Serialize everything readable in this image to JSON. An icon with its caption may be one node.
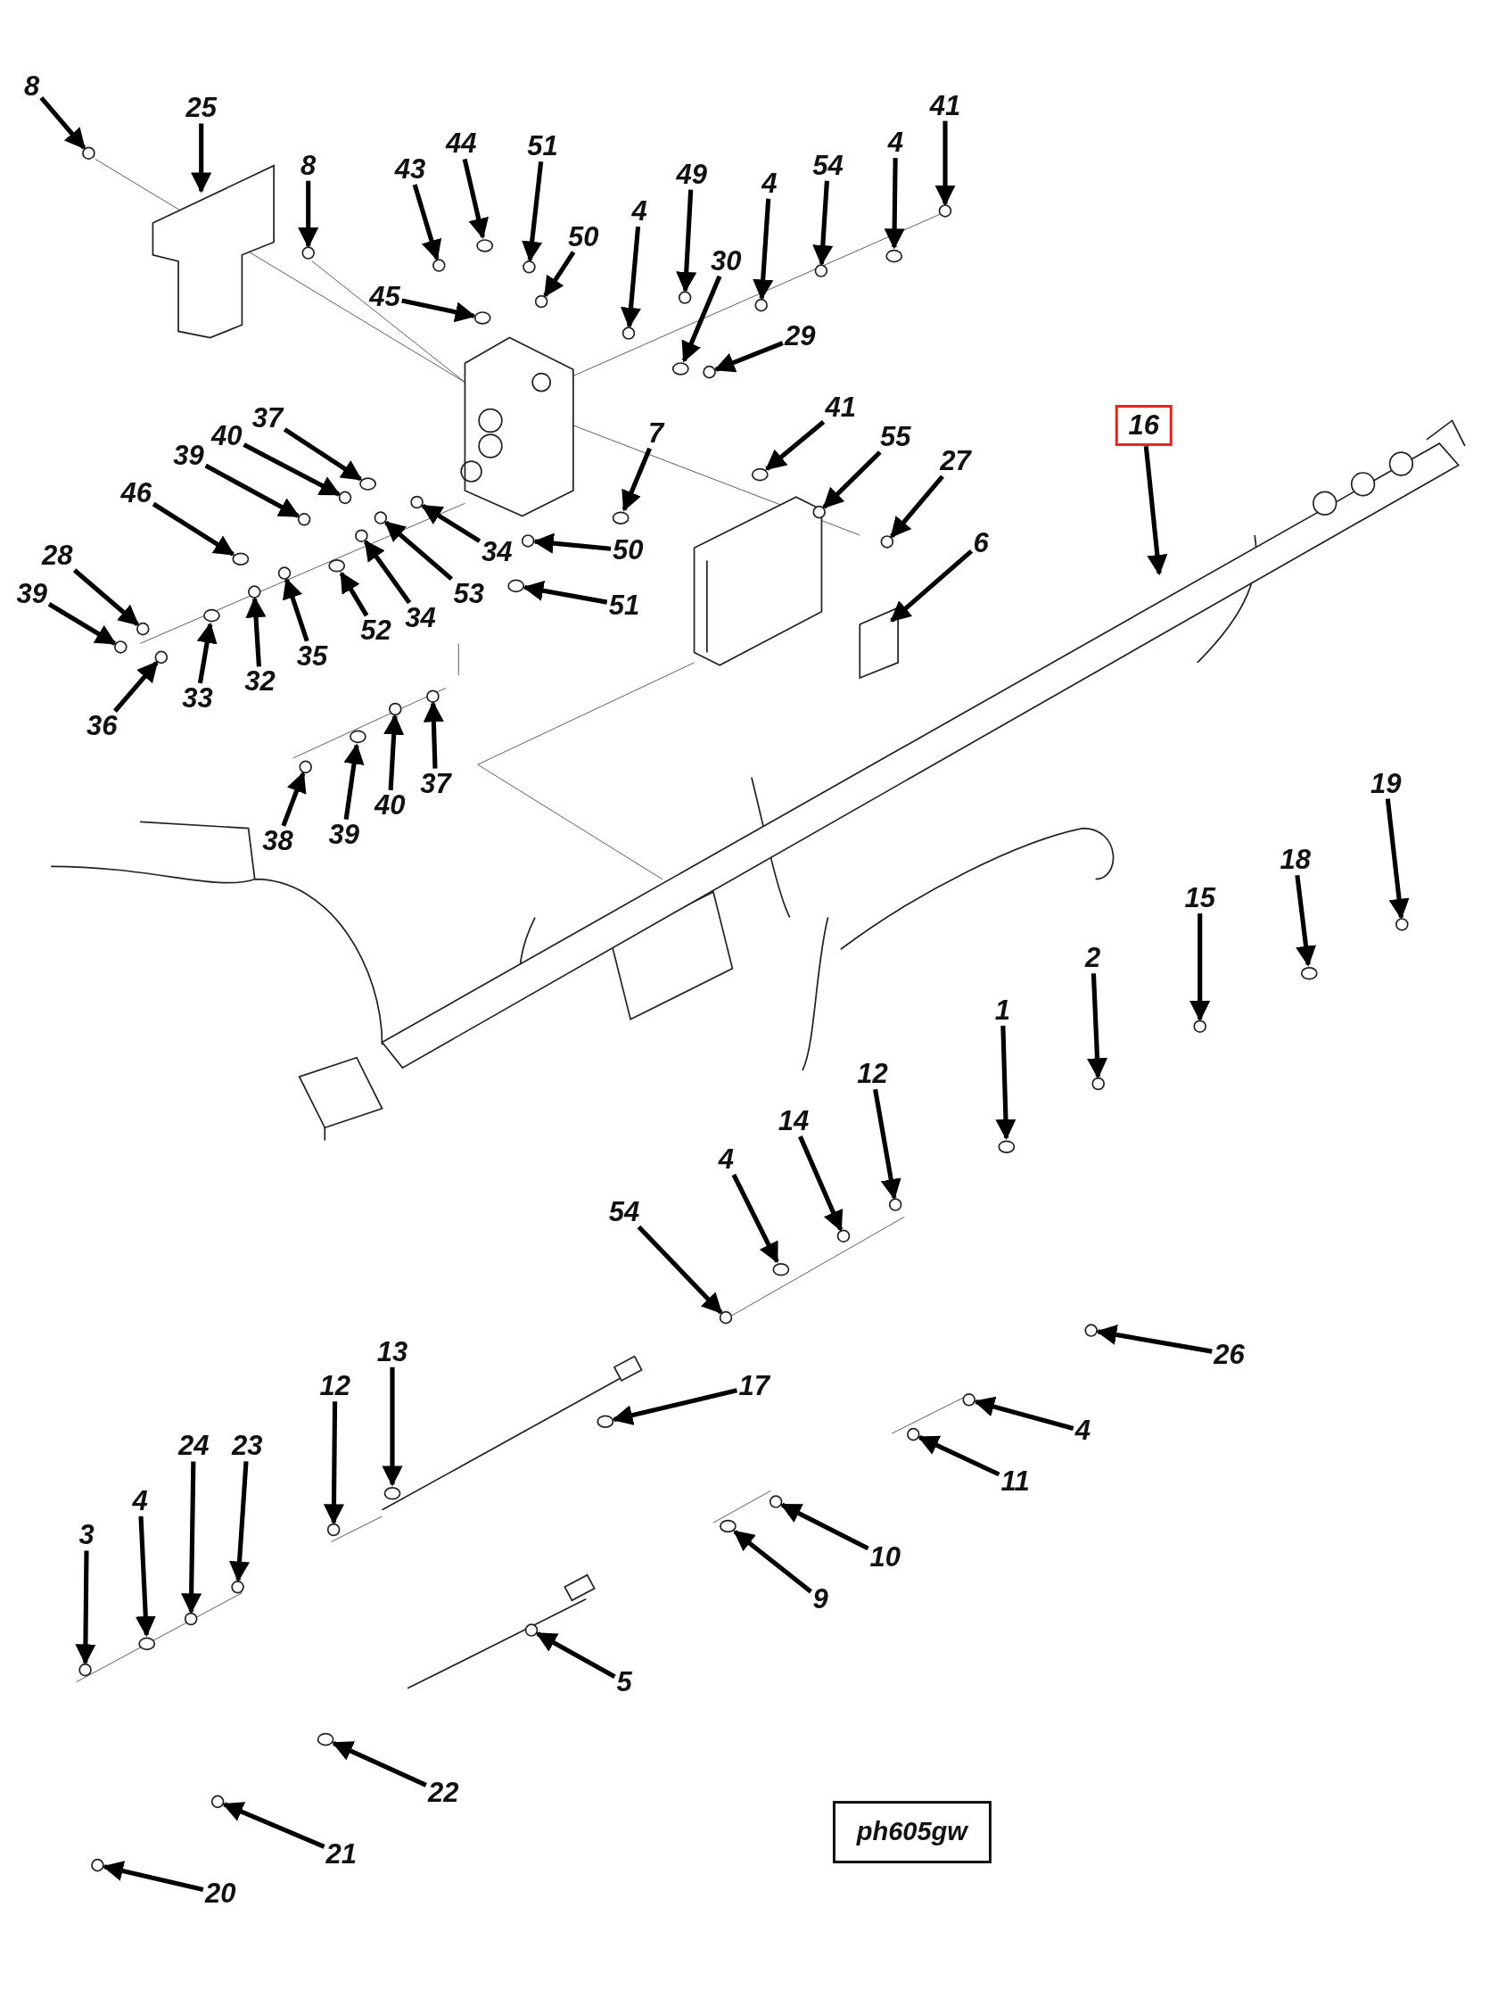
{
  "diagram": {
    "nodes": [
      {
        "text": [
          "8"
        ]
      },
      {
        "text": [
          "25"
        ]
      },
      {
        "text": [
          "8"
        ]
      },
      {
        "text": [
          "43"
        ]
      },
      {
        "text": [
          "44"
        ]
      },
      {
        "text": [
          "51"
        ]
      },
      {
        "text": [
          "50"
        ]
      },
      {
        "text": [
          "45"
        ]
      },
      {
        "text": [
          "4"
        ]
      },
      {
        "text": [
          "49"
        ]
      },
      {
        "text": [
          "30"
        ]
      },
      {
        "text": [
          "4"
        ]
      },
      {
        "text": [
          "54"
        ]
      },
      {
        "text": [
          "4"
        ]
      },
      {
        "text": [
          "41"
        ]
      },
      {
        "text": [
          "29"
        ]
      },
      {
        "text": [
          "37"
        ]
      },
      {
        "text": [
          "40"
        ]
      },
      {
        "text": [
          "39"
        ]
      },
      {
        "text": [
          "46"
        ]
      },
      {
        "text": [
          "28"
        ]
      },
      {
        "text": [
          "39"
        ]
      },
      {
        "text": [
          "7"
        ]
      },
      {
        "text": [
          "34"
        ]
      },
      {
        "text": [
          "50"
        ]
      },
      {
        "text": [
          "51"
        ]
      },
      {
        "text": [
          "53"
        ]
      },
      {
        "text": [
          "34"
        ]
      },
      {
        "text": [
          "52"
        ]
      },
      {
        "text": [
          "35"
        ]
      },
      {
        "text": [
          "32"
        ]
      },
      {
        "text": [
          "33"
        ]
      },
      {
        "text": [
          "36"
        ]
      },
      {
        "text": [
          "38"
        ]
      },
      {
        "text": [
          "39"
        ]
      },
      {
        "text": [
          "40"
        ]
      },
      {
        "text": [
          "37"
        ]
      },
      {
        "text": [
          "41"
        ]
      },
      {
        "text": [
          "55"
        ]
      },
      {
        "text": [
          "27"
        ]
      },
      {
        "text": [
          "6"
        ]
      },
      {
        "text": [
          "16"
        ]
      },
      {
        "text": [
          "19"
        ]
      },
      {
        "text": [
          "18"
        ]
      },
      {
        "text": [
          "15"
        ]
      },
      {
        "text": [
          "2"
        ]
      },
      {
        "text": [
          "1"
        ]
      },
      {
        "text": [
          "12"
        ]
      },
      {
        "text": [
          "14"
        ]
      },
      {
        "text": [
          "4"
        ]
      },
      {
        "text": [
          "54"
        ]
      },
      {
        "text": [
          "26"
        ]
      },
      {
        "text": [
          "17"
        ]
      },
      {
        "text": [
          "4"
        ]
      },
      {
        "text": [
          "11"
        ]
      },
      {
        "text": [
          "13"
        ]
      },
      {
        "text": [
          "12"
        ]
      },
      {
        "text": [
          "10"
        ]
      },
      {
        "text": [
          "9"
        ]
      },
      {
        "text": [
          "24"
        ]
      },
      {
        "text": [
          "23"
        ]
      },
      {
        "text": [
          "4"
        ]
      },
      {
        "text": [
          "3"
        ]
      },
      {
        "text": [
          "5"
        ]
      },
      {
        "text": [
          "22"
        ]
      },
      {
        "text": [
          "21"
        ]
      },
      {
        "text": [
          "20"
        ]
      },
      {
        "text": [
          "ph605gw"
        ]
      },
      {
        "text": [],
        "shape": "circle"
      },
      {
        "text": [],
        "shape": "box"
      },
      {
        "text": [],
        "shape": "circle"
      },
      {
        "text": [],
        "shape": "circle"
      },
      {
        "text": [],
        "shape": "circle"
      },
      {
        "text": [],
        "shape": "circle"
      },
      {
        "text": [],
        "shape": "circle"
      },
      {
        "text": [],
        "shape": "circle"
      },
      {
        "text": [],
        "shape": "circle"
      },
      {
        "text": [],
        "shape": "circle"
      },
      {
        "text": [],
        "shape": "circle"
      },
      {
        "text": [],
        "shape": "circle"
      },
      {
        "text": [],
        "shape": "circle"
      },
      {
        "text": [],
        "shape": "circle"
      },
      {
        "text": [],
        "shape": "circle"
      },
      {
        "text": [],
        "shape": "circle"
      },
      {
        "text": [],
        "shape": "circle"
      },
      {
        "text": [],
        "shape": "circle"
      },
      {
        "text": [],
        "shape": "circle"
      },
      {
        "text": [],
        "shape": "circle"
      },
      {
        "text": [],
        "shape": "circle"
      },
      {
        "text": [],
        "shape": "circle"
      },
      {
        "text": [],
        "shape": "circle"
      },
      {
        "text": [],
        "shape": "circle"
      },
      {
        "text": [],
        "shape": "circle"
      },
      {
        "text": [],
        "shape": "circle"
      },
      {
        "text": [],
        "shape": "circle"
      },
      {
        "text": [],
        "shape": "circle"
      },
      {
        "text": [],
        "shape": "circle"
      },
      {
        "text": [],
        "shape": "circle"
      },
      {
        "text": [],
        "shape": "circle"
      },
      {
        "text": [],
        "shape": "circle"
      },
      {
        "text": [],
        "shape": "circle"
      },
      {
        "text": [],
        "shape": "circle"
      },
      {
        "text": [],
        "shape": "circle"
      },
      {
        "text": [],
        "shape": "circle"
      },
      {
        "text": [],
        "shape": "circle"
      },
      {
        "text": [],
        "shape": "circle"
      },
      {
        "text": [],
        "shape": "circle"
      },
      {
        "text": [],
        "shape": "circle"
      },
      {
        "text": [],
        "shape": "box"
      },
      {
        "text": [],
        "shape": "box"
      },
      {
        "text": [],
        "shape": "circle"
      },
      {
        "text": [],
        "shape": "circle"
      },
      {
        "text": [],
        "shape": "circle"
      },
      {
        "text": [],
        "shape": "circle"
      },
      {
        "text": [],
        "shape": "circle"
      },
      {
        "text": [],
        "shape": "circle"
      },
      {
        "text": [],
        "shape": "circle"
      },
      {
        "text": [],
        "shape": "circle"
      },
      {
        "text": [],
        "shape": "circle"
      },
      {
        "text": [],
        "shape": "circle"
      },
      {
        "text": [],
        "shape": "circle"
      },
      {
        "text": [],
        "shape": "circle"
      },
      {
        "text": [],
        "shape": "circle"
      },
      {
        "text": [],
        "shape": "circle"
      },
      {
        "text": [],
        "shape": "circle"
      },
      {
        "text": [],
        "shape": "circle"
      },
      {
        "text": [],
        "shape": "circle"
      },
      {
        "text": [],
        "shape": "circle"
      },
      {
        "text": [],
        "shape": "circle"
      },
      {
        "text": [],
        "shape": "circle"
      },
      {
        "text": [],
        "shape": "circle"
      },
      {
        "text": [],
        "shape": "circle"
      },
      {
        "text": [],
        "shape": "circle"
      },
      {
        "text": [],
        "shape": "circle"
      },
      {
        "text": [],
        "shape": "circle"
      }
    ],
    "edges": [
      {
        "from": 0,
        "to": 68,
        "arrow": "to"
      },
      {
        "from": 1,
        "to": 69,
        "arrow": "to"
      },
      {
        "from": 2,
        "to": 70,
        "arrow": "to"
      },
      {
        "from": 3,
        "to": 71,
        "arrow": "to"
      },
      {
        "from": 4,
        "to": 72,
        "arrow": "to"
      },
      {
        "from": 5,
        "to": 73,
        "arrow": "to"
      },
      {
        "from": 6,
        "to": 74,
        "arrow": "to"
      },
      {
        "from": 7,
        "to": 75,
        "arrow": "to"
      },
      {
        "from": 8,
        "to": 76,
        "arrow": "to"
      },
      {
        "from": 9,
        "to": 77,
        "arrow": "to"
      },
      {
        "from": 10,
        "to": 78,
        "arrow": "to"
      },
      {
        "from": 11,
        "to": 79,
        "arrow": "to"
      },
      {
        "from": 12,
        "to": 80,
        "arrow": "to"
      },
      {
        "from": 13,
        "to": 81,
        "arrow": "to"
      },
      {
        "from": 14,
        "to": 82,
        "arrow": "to"
      },
      {
        "from": 15,
        "to": 83,
        "arrow": "to"
      },
      {
        "from": 16,
        "to": 84,
        "arrow": "to"
      },
      {
        "from": 17,
        "to": 85,
        "arrow": "to"
      },
      {
        "from": 18,
        "to": 86,
        "arrow": "to"
      },
      {
        "from": 19,
        "to": 87,
        "arrow": "to"
      },
      {
        "from": 20,
        "to": 88,
        "arrow": "to"
      },
      {
        "from": 21,
        "to": 89,
        "arrow": "to"
      },
      {
        "from": 22,
        "to": 90,
        "arrow": "to"
      },
      {
        "from": 23,
        "to": 91,
        "arrow": "to"
      },
      {
        "from": 24,
        "to": 92,
        "arrow": "to"
      },
      {
        "from": 25,
        "to": 93,
        "arrow": "to"
      },
      {
        "from": 26,
        "to": 94,
        "arrow": "to"
      },
      {
        "from": 27,
        "to": 95,
        "arrow": "to"
      },
      {
        "from": 28,
        "to": 96,
        "arrow": "to"
      },
      {
        "from": 29,
        "to": 97,
        "arrow": "to"
      },
      {
        "from": 30,
        "to": 98,
        "arrow": "to"
      },
      {
        "from": 31,
        "to": 99,
        "arrow": "to"
      },
      {
        "from": 32,
        "to": 100,
        "arrow": "to"
      },
      {
        "from": 33,
        "to": 101,
        "arrow": "to"
      },
      {
        "from": 34,
        "to": 102,
        "arrow": "to"
      },
      {
        "from": 35,
        "to": 103,
        "arrow": "to"
      },
      {
        "from": 36,
        "to": 104,
        "arrow": "to"
      },
      {
        "from": 37,
        "to": 105,
        "arrow": "to"
      },
      {
        "from": 38,
        "to": 106,
        "arrow": "to"
      },
      {
        "from": 39,
        "to": 107,
        "arrow": "to"
      },
      {
        "from": 40,
        "to": 108,
        "arrow": "to"
      },
      {
        "from": 41,
        "to": 109,
        "arrow": "to"
      },
      {
        "from": 42,
        "to": 110,
        "arrow": "to"
      },
      {
        "from": 43,
        "to": 111,
        "arrow": "to"
      },
      {
        "from": 44,
        "to": 112,
        "arrow": "to"
      },
      {
        "from": 45,
        "to": 113,
        "arrow": "to"
      },
      {
        "from": 46,
        "to": 114,
        "arrow": "to"
      },
      {
        "from": 47,
        "to": 115,
        "arrow": "to"
      },
      {
        "from": 48,
        "to": 116,
        "arrow": "to"
      },
      {
        "from": 49,
        "to": 117,
        "arrow": "to"
      },
      {
        "from": 50,
        "to": 118,
        "arrow": "to"
      },
      {
        "from": 51,
        "to": 119,
        "arrow": "to"
      },
      {
        "from": 52,
        "to": 120,
        "arrow": "to"
      },
      {
        "from": 53,
        "to": 121,
        "arrow": "to"
      },
      {
        "from": 54,
        "to": 122,
        "arrow": "to"
      },
      {
        "from": 55,
        "to": 123,
        "arrow": "to"
      },
      {
        "from": 56,
        "to": 124,
        "arrow": "to"
      },
      {
        "from": 57,
        "to": 125,
        "arrow": "to"
      },
      {
        "from": 58,
        "to": 126,
        "arrow": "to"
      },
      {
        "from": 59,
        "to": 127,
        "arrow": "to"
      },
      {
        "from": 60,
        "to": 128,
        "arrow": "to"
      },
      {
        "from": 61,
        "to": 129,
        "arrow": "to"
      },
      {
        "from": 62,
        "to": 130,
        "arrow": "to"
      },
      {
        "from": 63,
        "to": 131,
        "arrow": "to"
      },
      {
        "from": 64,
        "to": 132,
        "arrow": "to"
      },
      {
        "from": 65,
        "to": 133,
        "arrow": "to"
      },
      {
        "from": 66,
        "to": 134,
        "arrow": "to"
      }
    ]
  }
}
